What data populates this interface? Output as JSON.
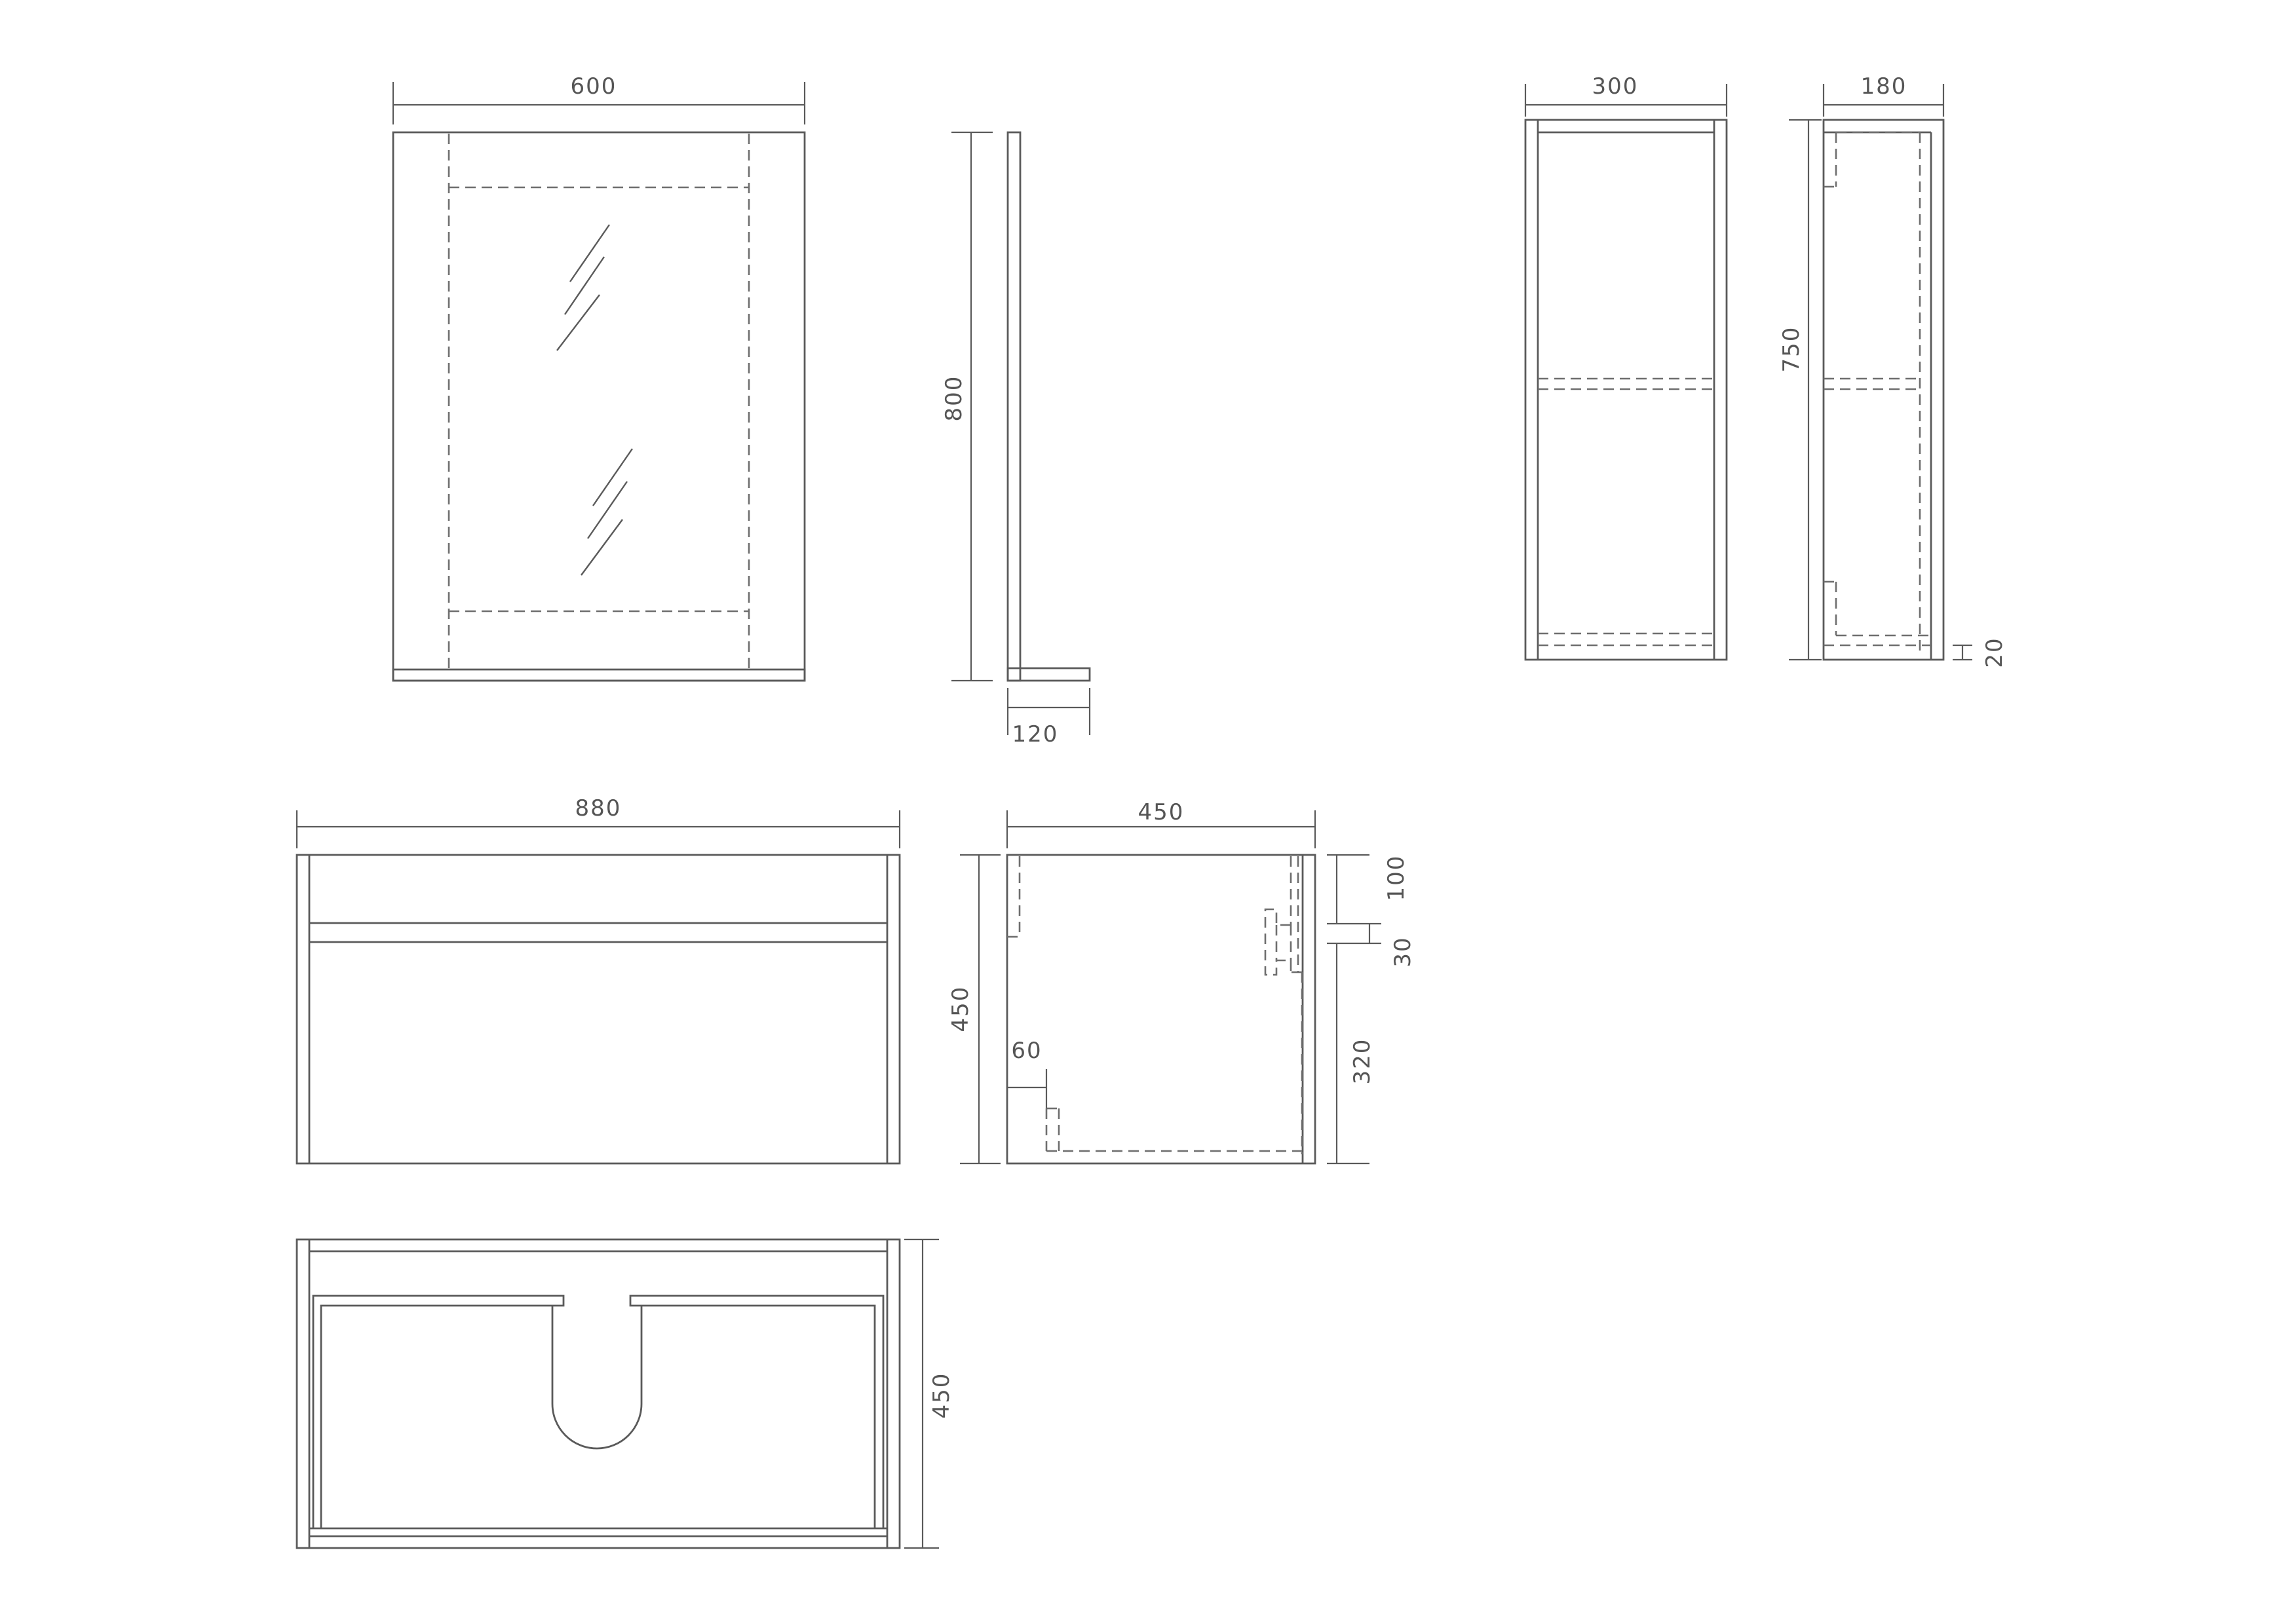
{
  "colors": {
    "background": "#ffffff",
    "line": "#5a5a5a",
    "text": "#555555"
  },
  "mirror_front": {
    "width_label": "600"
  },
  "mirror_side": {
    "height_label": "800",
    "depth_label": "120"
  },
  "tall_cabinet_front": {
    "width_label": "300"
  },
  "tall_cabinet_side": {
    "depth_label": "180",
    "height_label": "750",
    "toe_label": "20"
  },
  "vanity_front": {
    "width_label": "880"
  },
  "vanity_side": {
    "depth_label": "450",
    "height_label": "450",
    "top_label": "100",
    "rail_label": "30",
    "drawer_label": "320",
    "kick_label": "60"
  },
  "vanity_plan": {
    "depth_label": "450"
  }
}
